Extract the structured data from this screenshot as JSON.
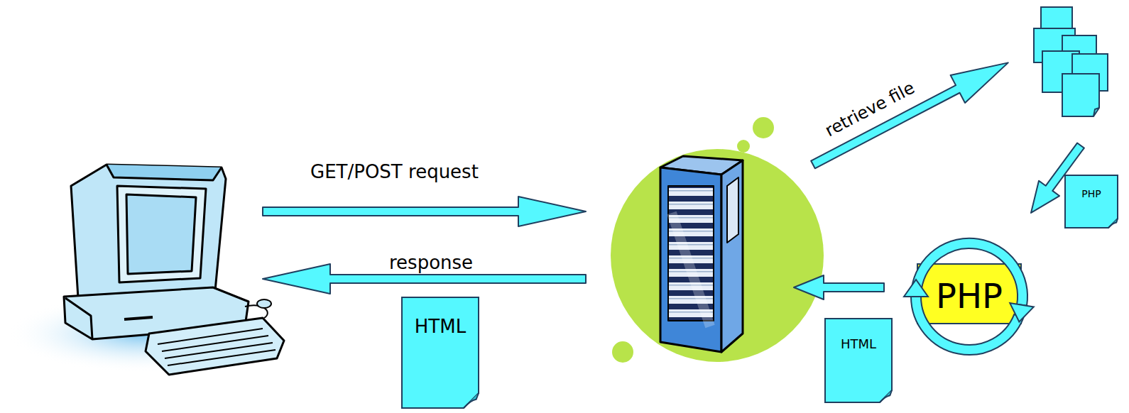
{
  "diagram": {
    "nodes": [
      {
        "text": [
          "HTML"
        ]
      },
      {
        "text": [
          "PHP"
        ]
      },
      {
        "text": [
          "PHP"
        ]
      },
      {
        "text": [
          "HTML"
        ]
      }
    ],
    "labels": [
      "GET/POST request",
      "response",
      "retrieve file"
    ]
  }
}
